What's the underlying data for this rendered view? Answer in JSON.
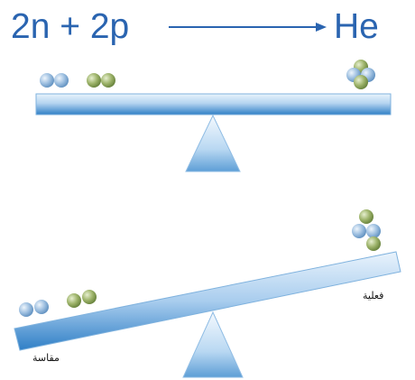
{
  "equation": {
    "lhs": "2n + 2p",
    "rhs": "He"
  },
  "labels": {
    "expected": "مقاسة",
    "actual": "فعلية"
  },
  "colors": {
    "text_blue": "#2a64b0",
    "beam_blue": "#3b86c8",
    "neutron": "#9dbfe0",
    "proton": "#8ea55b"
  },
  "particles": {
    "separate": [
      "neutron",
      "neutron",
      "proton",
      "proton"
    ],
    "helium_nucleus": [
      "proton",
      "neutron",
      "neutron",
      "proton"
    ]
  }
}
